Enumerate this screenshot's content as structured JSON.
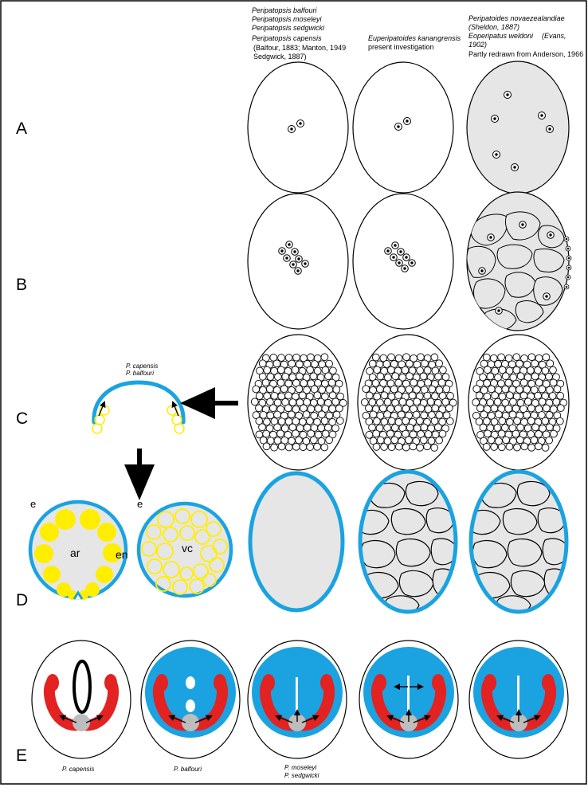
{
  "colors": {
    "blue": "#1aa3e0",
    "yellow": "#ffee00",
    "red": "#e32222",
    "gray_fill": "#e6e6e6",
    "embryo_gray": "#bdbdbd"
  },
  "headers": {
    "col1": {
      "species1": "Peripatopsis balfouri",
      "species2": "Peripatopsis moseleyi",
      "species3": "Peripatopsis sedgwicki",
      "species4": "Peripatopsis capensis",
      "ref1": "(Balfour, 1883; Manton, 1949",
      "ref2": "Sedgwick, 1887)"
    },
    "col2": {
      "species1": "Euperipatoides kanangrensis",
      "ref1": "present investigation"
    },
    "col3": {
      "species1": "Peripatoides novaezealandiae",
      "species1_ref": "(Sheldon, 1887)",
      "species2": "Eoperipatus weldoni",
      "species2_ref1": "(Evans,",
      "species2_ref2": "1902)",
      "note": "Partly redrawn from Anderson, 1966"
    }
  },
  "rows": {
    "A": "A",
    "B": "B",
    "C": "C",
    "D": "D",
    "E": "E"
  },
  "row_c": {
    "species1": "P. capensis",
    "species2": "P. balfouri"
  },
  "row_d": {
    "e1": "e",
    "ar": "ar",
    "en": "en",
    "e2": "e",
    "vc": "vc"
  },
  "row_e": {
    "cap1": "P. capensis",
    "cap2": "P. balfouri",
    "cap3a": "P. moseleyi",
    "cap3b": "P. sedgwicki"
  }
}
